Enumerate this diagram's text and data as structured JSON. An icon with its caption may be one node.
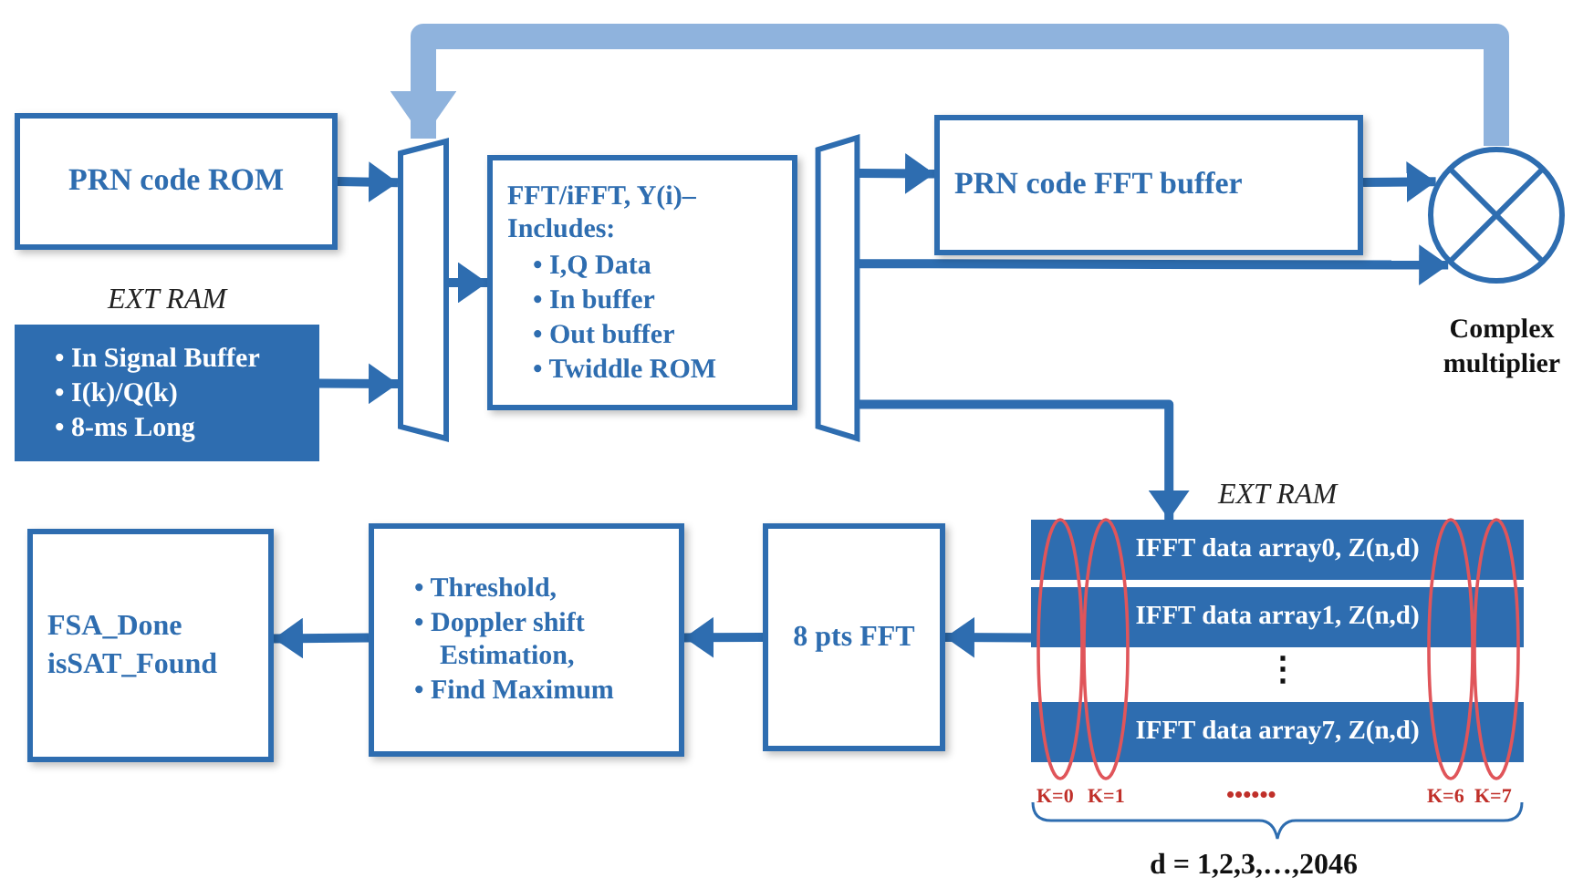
{
  "diagram": {
    "nodes": [
      {
        "text": [
          "PRN code ROM"
        ]
      },
      {
        "text": [
          "EXT RAM",
          "• In Signal Buffer",
          "• I(k)/Q(k)",
          "• 8-ms Long"
        ]
      },
      {
        "text": [],
        "shape": "trapezoid"
      },
      {
        "text": [
          "FFT/iFFT, Y(i)– Includes:",
          "• I,Q Data",
          "• In buffer",
          "• Out buffer",
          "• Twiddle ROM"
        ]
      },
      {
        "text": [],
        "shape": "trapezoid"
      },
      {
        "text": [
          "PRN code FFT buffer"
        ]
      },
      {
        "text": [],
        "shape": "circle",
        "beside": [
          "Complex multiplier"
        ]
      },
      {
        "text": [
          "EXT RAM"
        ]
      },
      {
        "text": [
          "IFFT data array0, Z(n,d)"
        ],
        "in": 7
      },
      {
        "text": [
          "IFFT data array1, Z(n,d)"
        ],
        "in": 7
      },
      {
        "text": [
          "IFFT data array7, Z(n,d)"
        ],
        "in": 7
      },
      {
        "text": [
          "8 pts FFT"
        ]
      },
      {
        "text": [
          "• Threshold,",
          "• Doppler shift Estimation,",
          "• Find Maximum"
        ]
      },
      {
        "text": [
          "FSA_Done",
          "isSAT_Found"
        ]
      }
    ],
    "edges": [
      {
        "from": 0,
        "to": 2,
        "arrow": "to"
      },
      {
        "from": 1,
        "to": 2,
        "arrow": "to"
      },
      {
        "from": 2,
        "to": 3,
        "arrow": "to"
      },
      {
        "from": 4,
        "to": 5,
        "arrow": "to"
      },
      {
        "from": 5,
        "to": 6,
        "arrow": "to"
      },
      {
        "from": 4,
        "to": 6,
        "arrow": "to"
      },
      {
        "from": 4,
        "to": 7,
        "arrow": "to"
      },
      {
        "from": 7,
        "to": 11,
        "arrow": "to"
      },
      {
        "from": 11,
        "to": 12,
        "arrow": "to"
      },
      {
        "from": 12,
        "to": 13,
        "arrow": "to"
      },
      {
        "from": 6,
        "to": 2,
        "arrow": "to",
        "style": "thick",
        "color": "#8fb3dd"
      }
    ],
    "labels": [
      "⋮",
      "K=0",
      "K=1",
      "••••••",
      "K=6",
      "K=7",
      "d = 1,2,3,…,2046"
    ]
  }
}
